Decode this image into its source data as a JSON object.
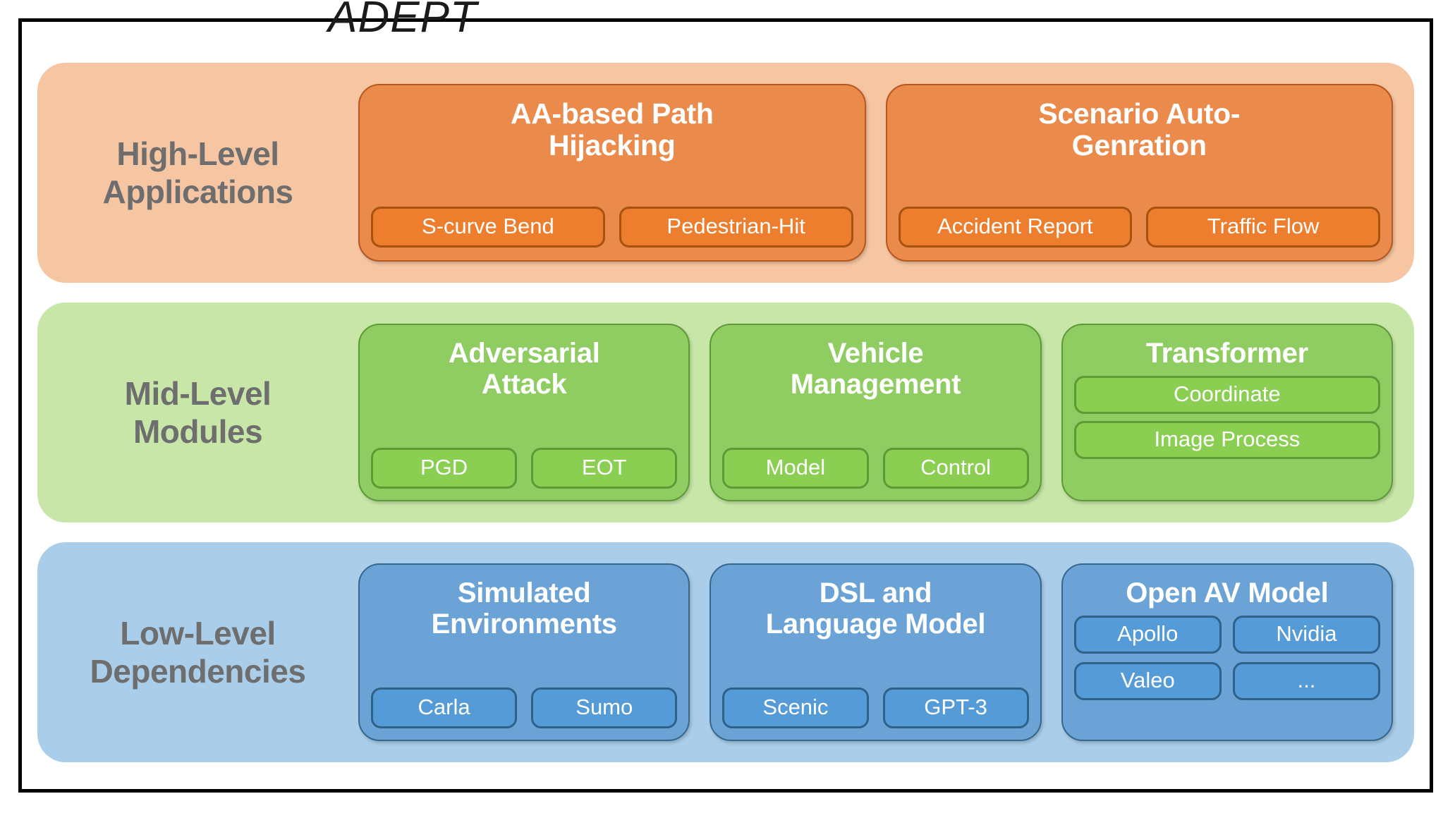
{
  "title": "ADEPT",
  "layers": [
    {
      "id": "high",
      "label_line1": "High-Level",
      "label_line2": "Applications",
      "accent": "#ea8a4b",
      "band_color": "#f6c5a2",
      "cards": [
        {
          "title_line1": "AA-based Path",
          "title_line2": "Hijacking",
          "pills": [
            "S-curve Bend",
            "Pedestrian-Hit"
          ]
        },
        {
          "title_line1": "Scenario Auto-",
          "title_line2": "Genration",
          "pills": [
            "Accident Report",
            "Traffic Flow"
          ]
        }
      ]
    },
    {
      "id": "mid",
      "label_line1": "Mid-Level",
      "label_line2": "Modules",
      "accent": "#8fcc61",
      "band_color": "#c8e6a8",
      "cards": [
        {
          "title_line1": "Adversarial",
          "title_line2": "Attack",
          "pills": [
            "PGD",
            "EOT"
          ]
        },
        {
          "title_line1": "Vehicle",
          "title_line2": "Management",
          "pills": [
            "Model",
            "Control"
          ]
        },
        {
          "title_line1": "Transformer",
          "title_line2": "",
          "pills": [
            "Coordinate",
            "Image Process"
          ]
        }
      ]
    },
    {
      "id": "low",
      "label_line1": "Low-Level",
      "label_line2": "Dependencies",
      "accent": "#6ba3d6",
      "band_color": "#aacde9",
      "cards": [
        {
          "title_line1": "Simulated",
          "title_line2": "Environments",
          "pills": [
            "Carla",
            "Sumo"
          ]
        },
        {
          "title_line1": "DSL and",
          "title_line2": "Language Model",
          "pills": [
            "Scenic",
            "GPT-3"
          ]
        },
        {
          "title_line1": "Open AV Model",
          "title_line2": "",
          "pills": [
            "Apollo",
            "Nvidia",
            "Valeo",
            "..."
          ]
        }
      ]
    }
  ]
}
